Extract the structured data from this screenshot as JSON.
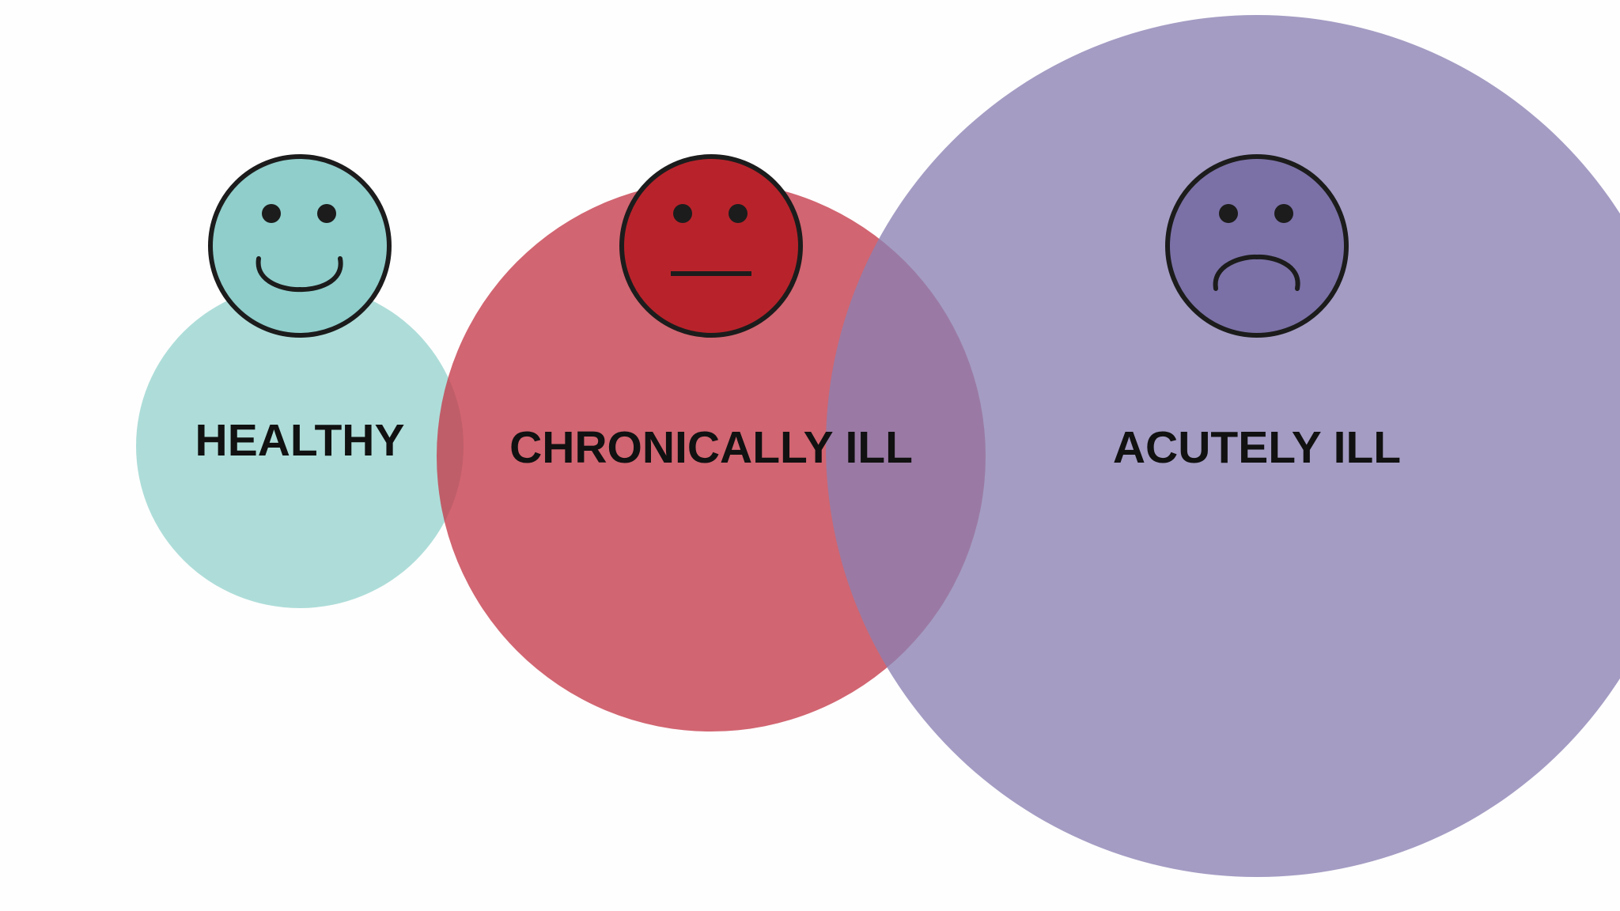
{
  "groups": [
    {
      "key": "healthy",
      "label": "HEALTHY",
      "mood": "happy",
      "circle_color": "#8fd0cb",
      "face_color": "#8fcecb"
    },
    {
      "key": "chronic",
      "label": "CHRONICALLY ILL",
      "mood": "neutral",
      "circle_color": "#c43a49",
      "face_color": "#b8232b"
    },
    {
      "key": "acute",
      "label": "ACUTELY ILL",
      "mood": "sad",
      "circle_color": "#8a80b2",
      "face_color": "#7b71a6"
    }
  ],
  "icons": {
    "healthy": "smiley-face-icon",
    "chronic": "neutral-face-icon",
    "acute": "sad-face-icon"
  }
}
